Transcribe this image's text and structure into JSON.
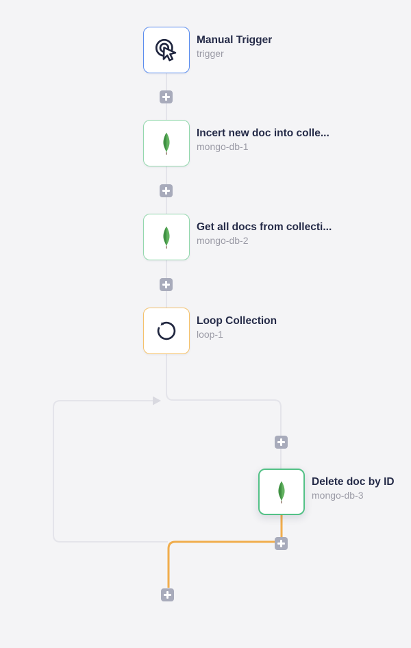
{
  "colors": {
    "canvas_bg": "#f4f4f6",
    "trigger_border": "#5b8def",
    "mongo_border": "#93d8ad",
    "selected_border": "#53c186",
    "loop_border": "#f5c26b",
    "line_gray": "#e4e4ea",
    "arrow_gray": "#d9d9e0",
    "line_orange": "#f0ad4d",
    "plus_bg": "#a8abbb",
    "title_color": "#252b48",
    "subtitle_color": "#9b9ba6",
    "icon_stroke": "#20263f",
    "leaf_dark": "#3f9142",
    "leaf_light": "#61b15f",
    "leaf_stem": "#8d6e63"
  },
  "nodes": [
    {
      "title": "Manual Trigger",
      "subtitle": "trigger",
      "icon": "manual-trigger-icon"
    },
    {
      "title": "Incert new doc into colle...",
      "subtitle": "mongo-db-1",
      "icon": "mongodb-icon"
    },
    {
      "title": "Get all docs from collecti...",
      "subtitle": "mongo-db-2",
      "icon": "mongodb-icon"
    },
    {
      "title": "Loop Collection",
      "subtitle": "loop-1",
      "icon": "loop-icon"
    },
    {
      "title": "Delete doc by ID",
      "subtitle": "mongo-db-3",
      "icon": "mongodb-icon"
    }
  ],
  "add_button": {
    "icon": "plus-icon"
  }
}
